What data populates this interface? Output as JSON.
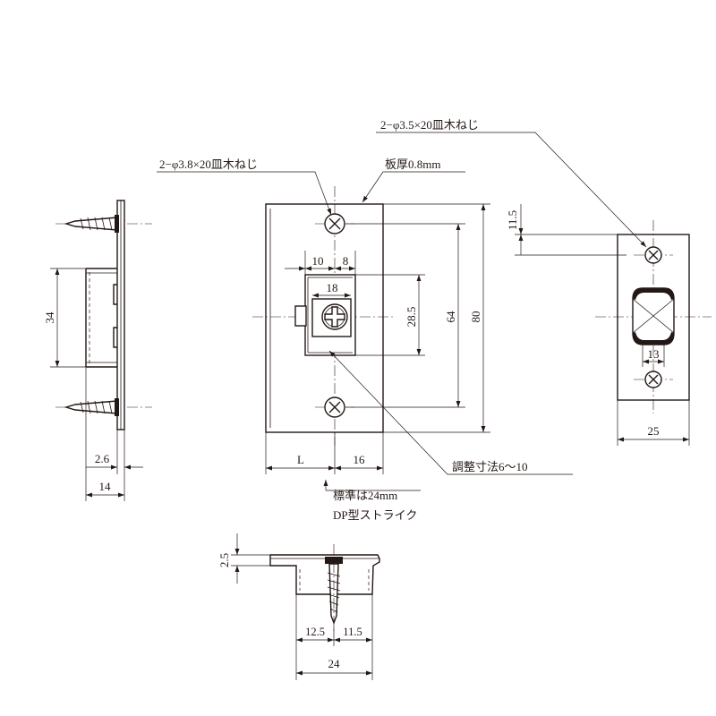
{
  "notes": {
    "screw_left": "2−φ3.8×20皿木ねじ",
    "screw_right": "2−φ3.5×20皿木ねじ",
    "plate_thickness": "板厚0.8mm",
    "adjust": "調整寸法6～10",
    "standard": "標準は24mm",
    "strike_type": "DP型ストライク"
  },
  "dims": {
    "side_34": "34",
    "side_2_6": "2.6",
    "side_14": "14",
    "front_10": "10",
    "front_8": "8",
    "front_18": "18",
    "front_28_5": "28.5",
    "front_64": "64",
    "front_80": "80",
    "front_L": "L",
    "front_16": "16",
    "strike_11_5": "11.5",
    "strike_13": "13",
    "strike_25": "25",
    "top_2_5": "2.5",
    "top_12_5": "12.5",
    "top_11_5": "11.5",
    "top_24": "24"
  }
}
